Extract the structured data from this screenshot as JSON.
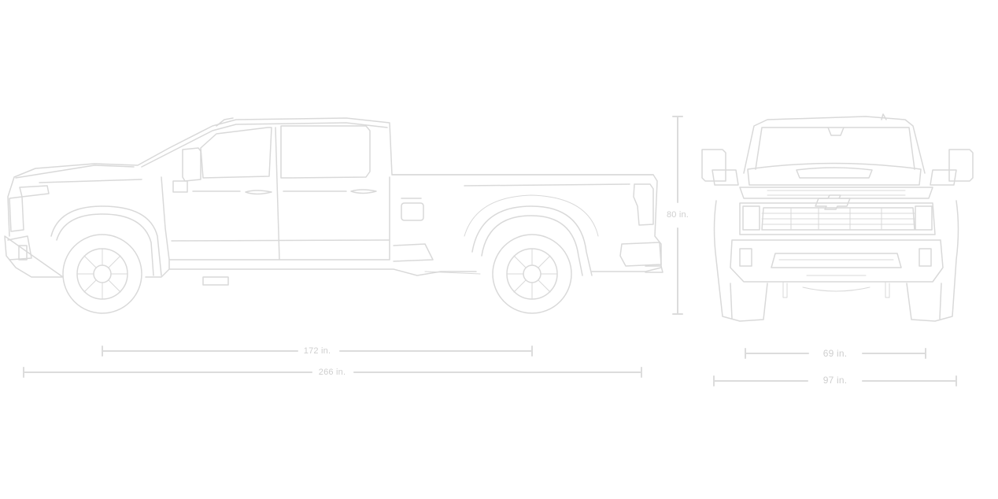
{
  "diagram": {
    "subject": "Pickup truck dimensions",
    "views": [
      "side-view",
      "front-view"
    ],
    "line_color": "#d9d9d9",
    "label_color": "#cfcfcf",
    "dimensions": {
      "wheelbase": {
        "value": "172 in.",
        "orientation": "horizontal",
        "view": "side"
      },
      "overall_length": {
        "value": "266 in.",
        "orientation": "horizontal",
        "view": "side"
      },
      "overall_height": {
        "value": "80 in.",
        "orientation": "vertical",
        "view": "side"
      },
      "track_width": {
        "value": "69 in.",
        "orientation": "horizontal",
        "view": "front"
      },
      "overall_width": {
        "value": "97 in.",
        "orientation": "horizontal",
        "view": "front"
      }
    }
  }
}
